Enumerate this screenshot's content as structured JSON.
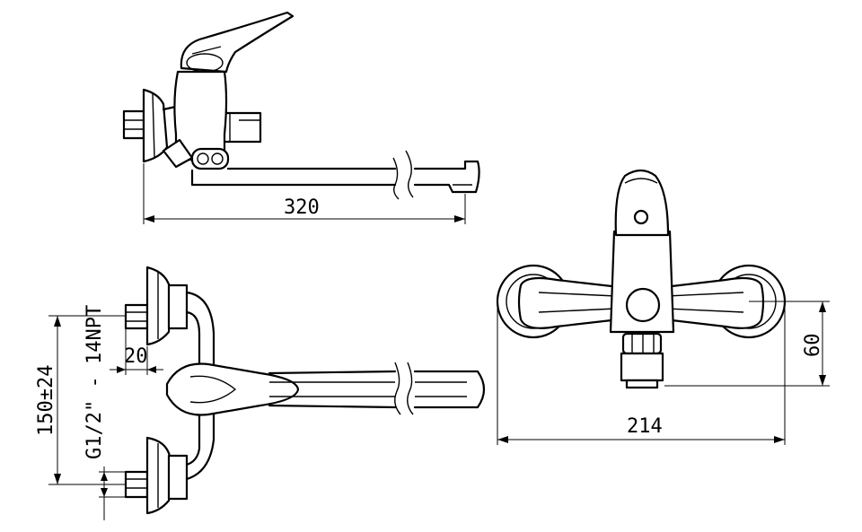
{
  "dimensions": {
    "spout_length": "320",
    "spacing": "150±24",
    "thread": "G1/2\" - 14NPT",
    "inlet_depth": "20",
    "width": "214",
    "height": "60"
  },
  "colors": {
    "line": "#000000",
    "background": "#ffffff"
  }
}
